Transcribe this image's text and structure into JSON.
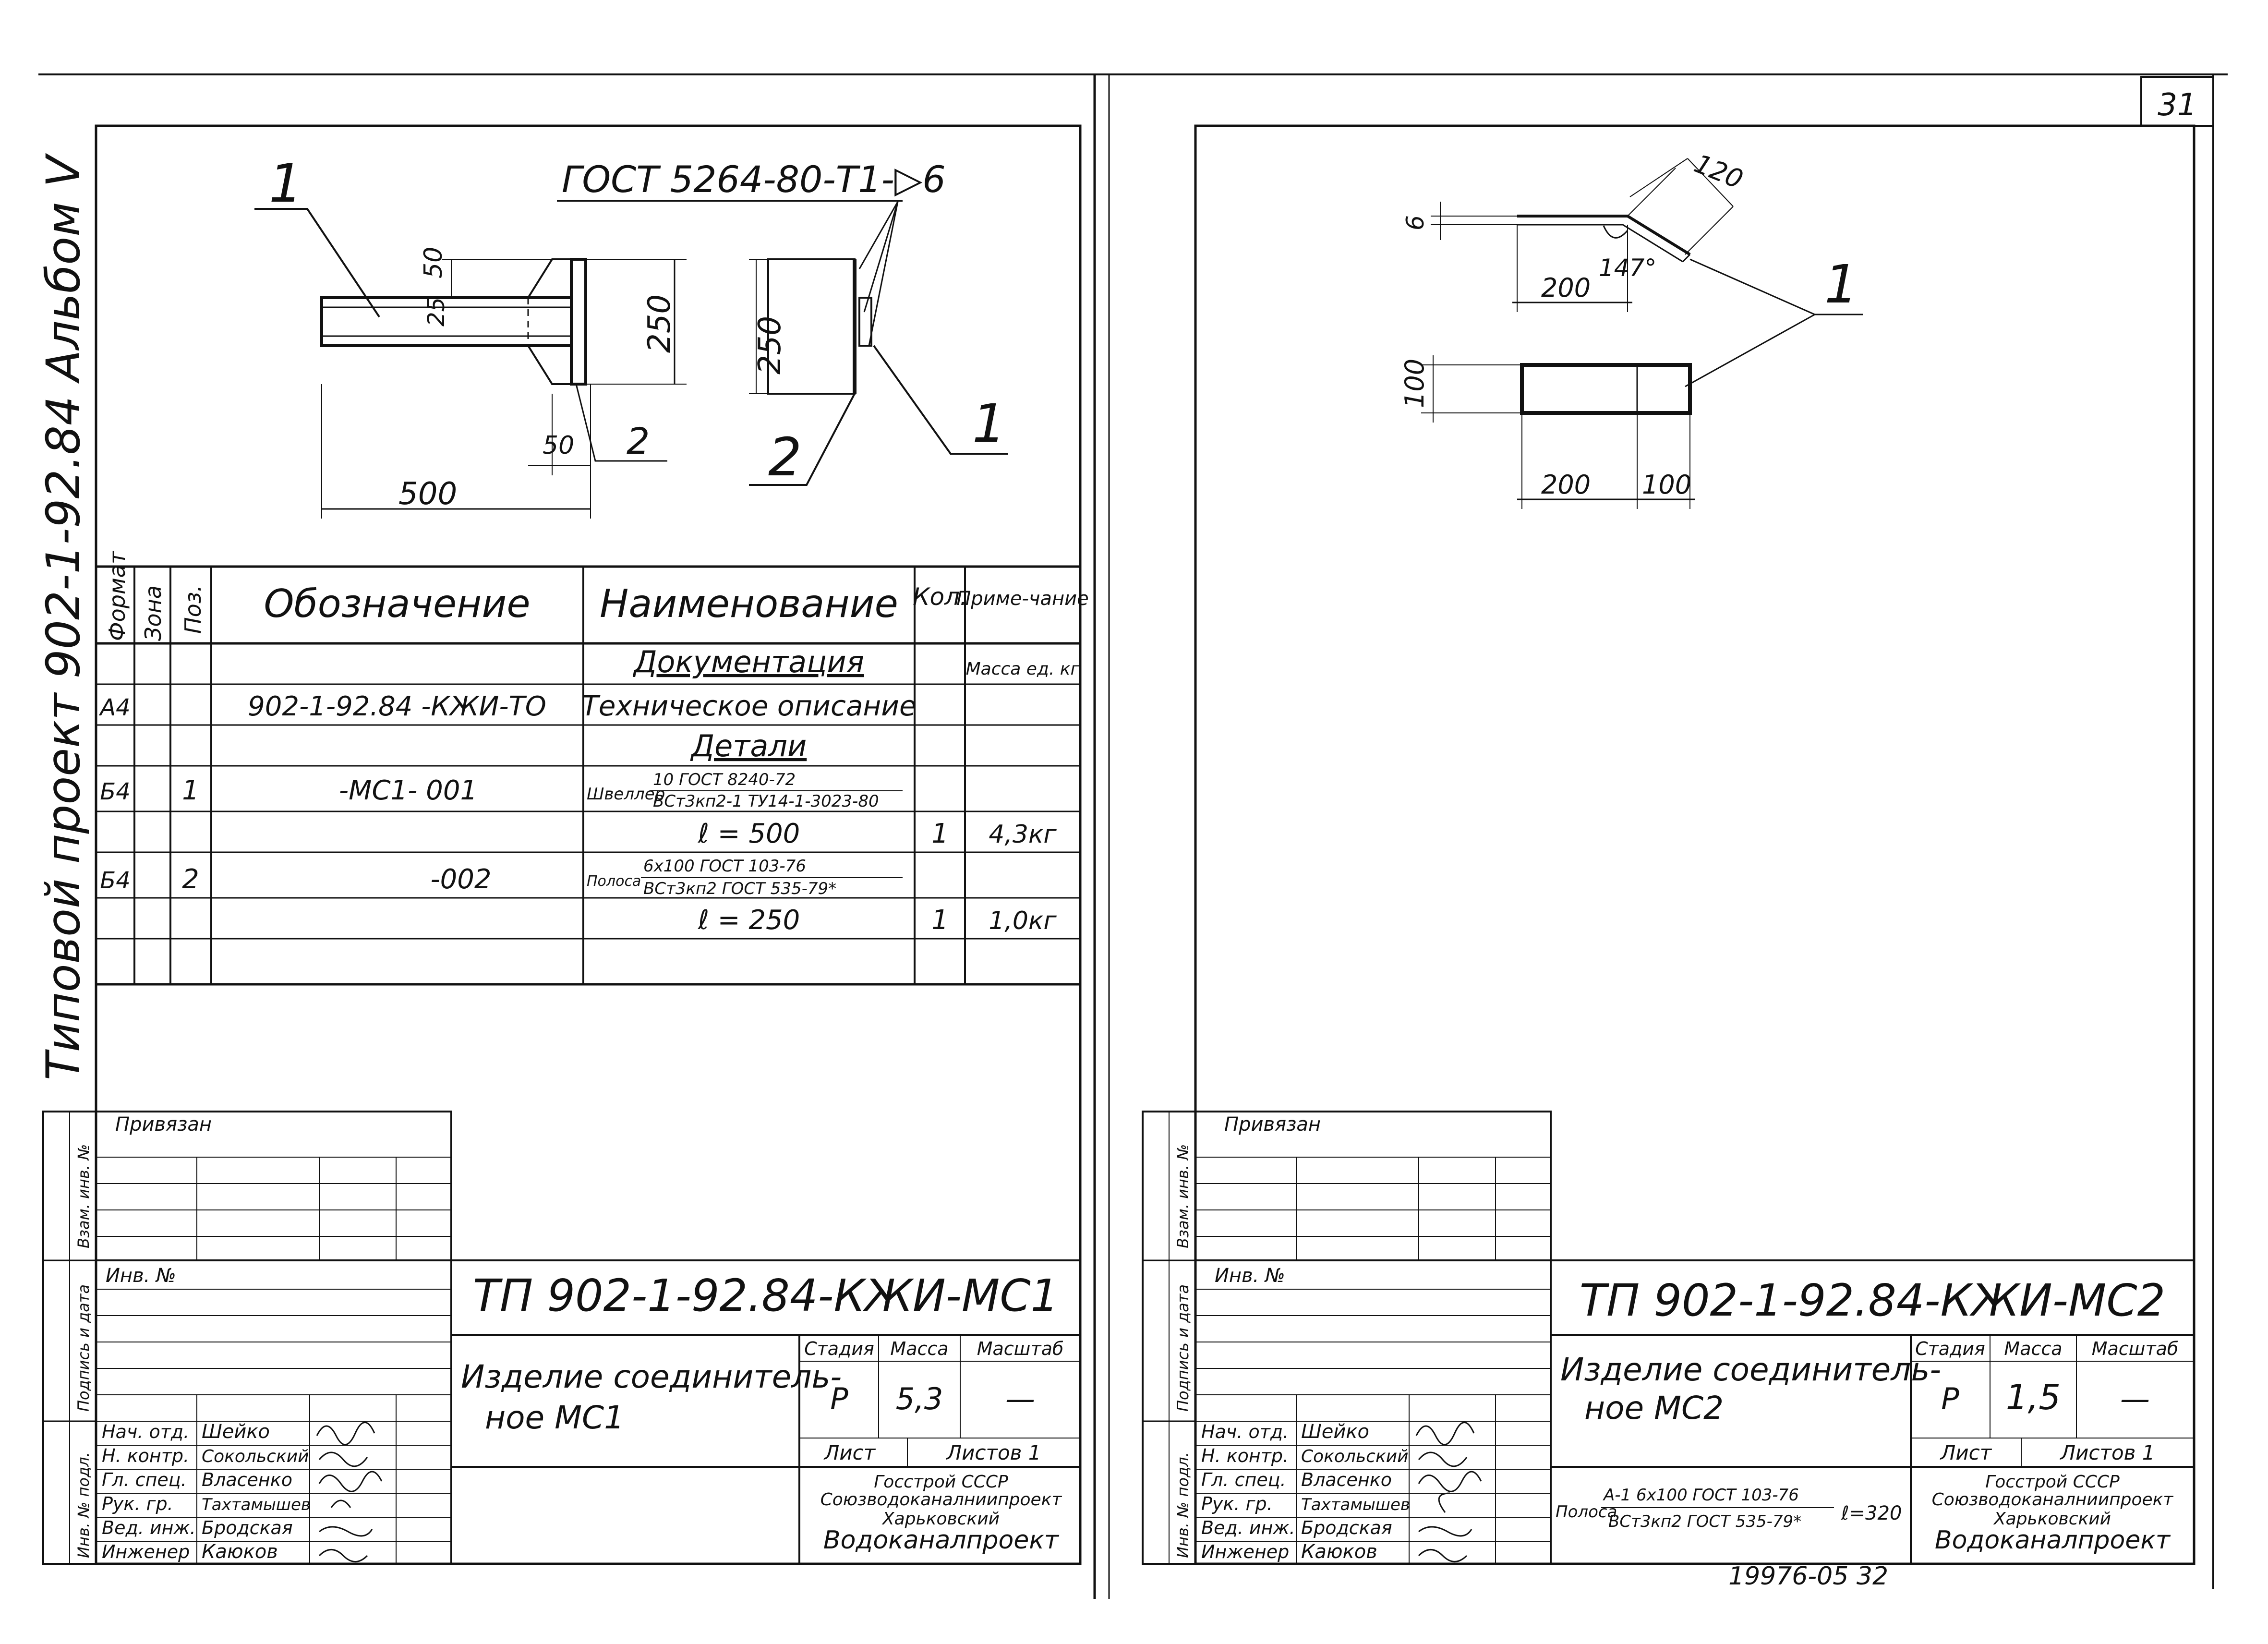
{
  "page_number": "31",
  "footer_code": "19976-05 32",
  "left_sheet": {
    "side_title": "Типовой проект 902-1-92.84 Альбом V",
    "drawing": {
      "weld_note": "ГОСТ 5264-80-Т1-▷6",
      "callout_1a": "1",
      "callout_2a": "2",
      "callout_1b": "1",
      "callout_2b": "2",
      "dim_500": "500",
      "dim_250a": "250",
      "dim_250b": "250",
      "dim_50a": "50",
      "dim_50b": "50",
      "dim_25": "25"
    },
    "spec": {
      "headers": {
        "format": "Формат",
        "zone": "Зона",
        "pos": "Поз.",
        "designation": "Обозначение",
        "name": "Наименование",
        "qty": "Кол.",
        "note": "Приме-чание"
      },
      "sections": {
        "documentation": "Документация",
        "details": "Детали"
      },
      "mass_note": "Масса ед. кг",
      "rows": [
        {
          "format": "А4",
          "designation": "902-1-92.84 -КЖИ-ТО",
          "name": "Техническое описание"
        },
        {
          "format": "Б4",
          "pos": "1",
          "designation": "-МС1- 001",
          "name_prefix": "Швеллер",
          "name_top": "10 ГОСТ 8240-72",
          "name_bottom": "ВСт3кп2-1 ТУ14-1-3023-80"
        },
        {
          "name": "ℓ = 500",
          "qty": "1",
          "note": "4,3кг"
        },
        {
          "format": "Б4",
          "pos": "2",
          "designation": "-002",
          "name_prefix": "Полоса",
          "name_top": "6х100 ГОСТ 103-76",
          "name_bottom": "ВСт3кп2 ГОСТ 535-79*"
        },
        {
          "name": "ℓ = 250",
          "qty": "1",
          "note": "1,0кг"
        }
      ]
    },
    "stamp": {
      "attached": "Привязан",
      "inv": "Инв. №",
      "side_labels": [
        "Взам. инв. №",
        "Подпись и дата",
        "Инв. № подл."
      ],
      "roles": [
        "Нач. отд.",
        "Н. контр.",
        "Гл. спец.",
        "Рук. гр.",
        "Вед. инж.",
        "Инженер"
      ],
      "names": [
        "Шейко",
        "Сокольский",
        "Власенко",
        "Тахтамышев",
        "Бродская",
        "Каюков"
      ],
      "doc_code": "ТП 902-1-92.84-КЖИ-МС1",
      "title_l1": "Изделие соединитель-",
      "title_l2": "ное МС1",
      "stage_label": "Стадия",
      "mass_label": "Масса",
      "scale_label": "Масштаб",
      "stage": "Р",
      "mass": "5,3",
      "scale": "—",
      "sheet_label": "Лист",
      "sheets_label": "Листов 1",
      "org_l1": "Госстрой СССР",
      "org_l2": "Союзводоканалниипроект",
      "org_l3": "Харьковский",
      "org_l4": "Водоканалпроект"
    }
  },
  "right_sheet": {
    "drawing": {
      "dim_6": "6",
      "dim_120": "120",
      "angle": "147°",
      "dim_200a": "200",
      "dim_100a": "100",
      "dim_200b": "200",
      "dim_100b": "100",
      "callout": "1"
    },
    "stamp": {
      "attached": "Привязан",
      "inv": "Инв. №",
      "side_labels": [
        "Взам. инв. №",
        "Подпись и дата",
        "Инв. № подл."
      ],
      "roles": [
        "Нач. отд.",
        "Н. контр.",
        "Гл. спец.",
        "Рук. гр.",
        "Вед. инж.",
        "Инженер"
      ],
      "names": [
        "Шейко",
        "Сокольский",
        "Власенко",
        "Тахтамышев",
        "Бродская",
        "Каюков"
      ],
      "doc_code": "ТП 902-1-92.84-КЖИ-МС2",
      "title_l1": "Изделие соединитель-",
      "title_l2": "ное МС2",
      "stage_label": "Стадия",
      "mass_label": "Масса",
      "scale_label": "Масштаб",
      "stage": "Р",
      "mass": "1,5",
      "scale": "—",
      "sheet_label": "Лист",
      "sheets_label": "Листов 1",
      "material_prefix": "Полоса",
      "material_top": "А-1 6х100 ГОСТ 103-76",
      "material_bottom": "ВСт3кп2 ГОСТ 535-79*",
      "material_length": "ℓ=320",
      "org_l1": "Госстрой СССР",
      "org_l2": "Союзводоканалниипроект",
      "org_l3": "Харьковский",
      "org_l4": "Водоканалпроект"
    }
  }
}
